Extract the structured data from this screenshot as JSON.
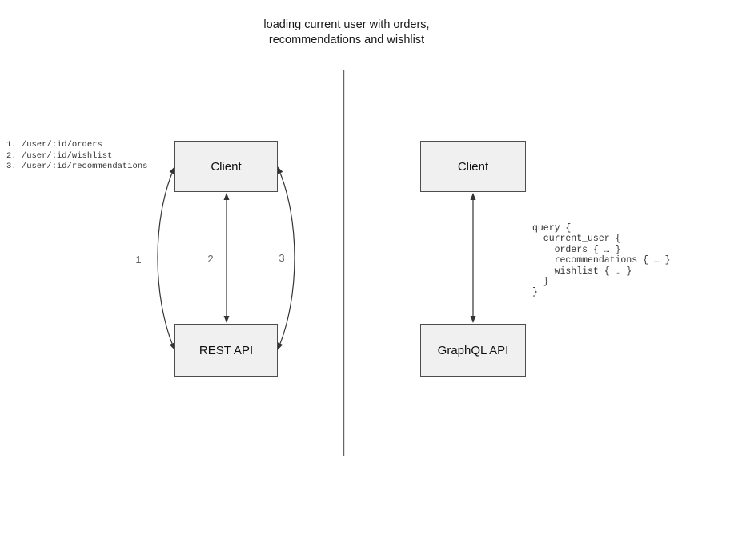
{
  "title": {
    "line1": "loading current user with orders,",
    "line2": "recommendations and wishlist"
  },
  "left_panel": {
    "endpoints_list": "1. /user/:id/orders\n2. /user/:id/wishlist\n3. /user/:id/recommendations",
    "client_box_label": "Client",
    "api_box_label": "REST API",
    "arrow_labels": [
      "1",
      "2",
      "3"
    ]
  },
  "right_panel": {
    "client_box_label": "Client",
    "api_box_label": "GraphQL API",
    "query_code": "query {\n  current_user {\n    orders { … }\n    recommendations { … }\n    wishlist { … }\n  }\n}"
  },
  "colors": {
    "background": "#ffffff",
    "box_fill": "#f0f0f0",
    "box_border": "#4d4d4d",
    "arrow_stroke": "#333333",
    "divider_stroke": "#666666",
    "arrow_label_text": "#666666",
    "code_text": "#333333",
    "title_text": "#1a1a1a"
  }
}
